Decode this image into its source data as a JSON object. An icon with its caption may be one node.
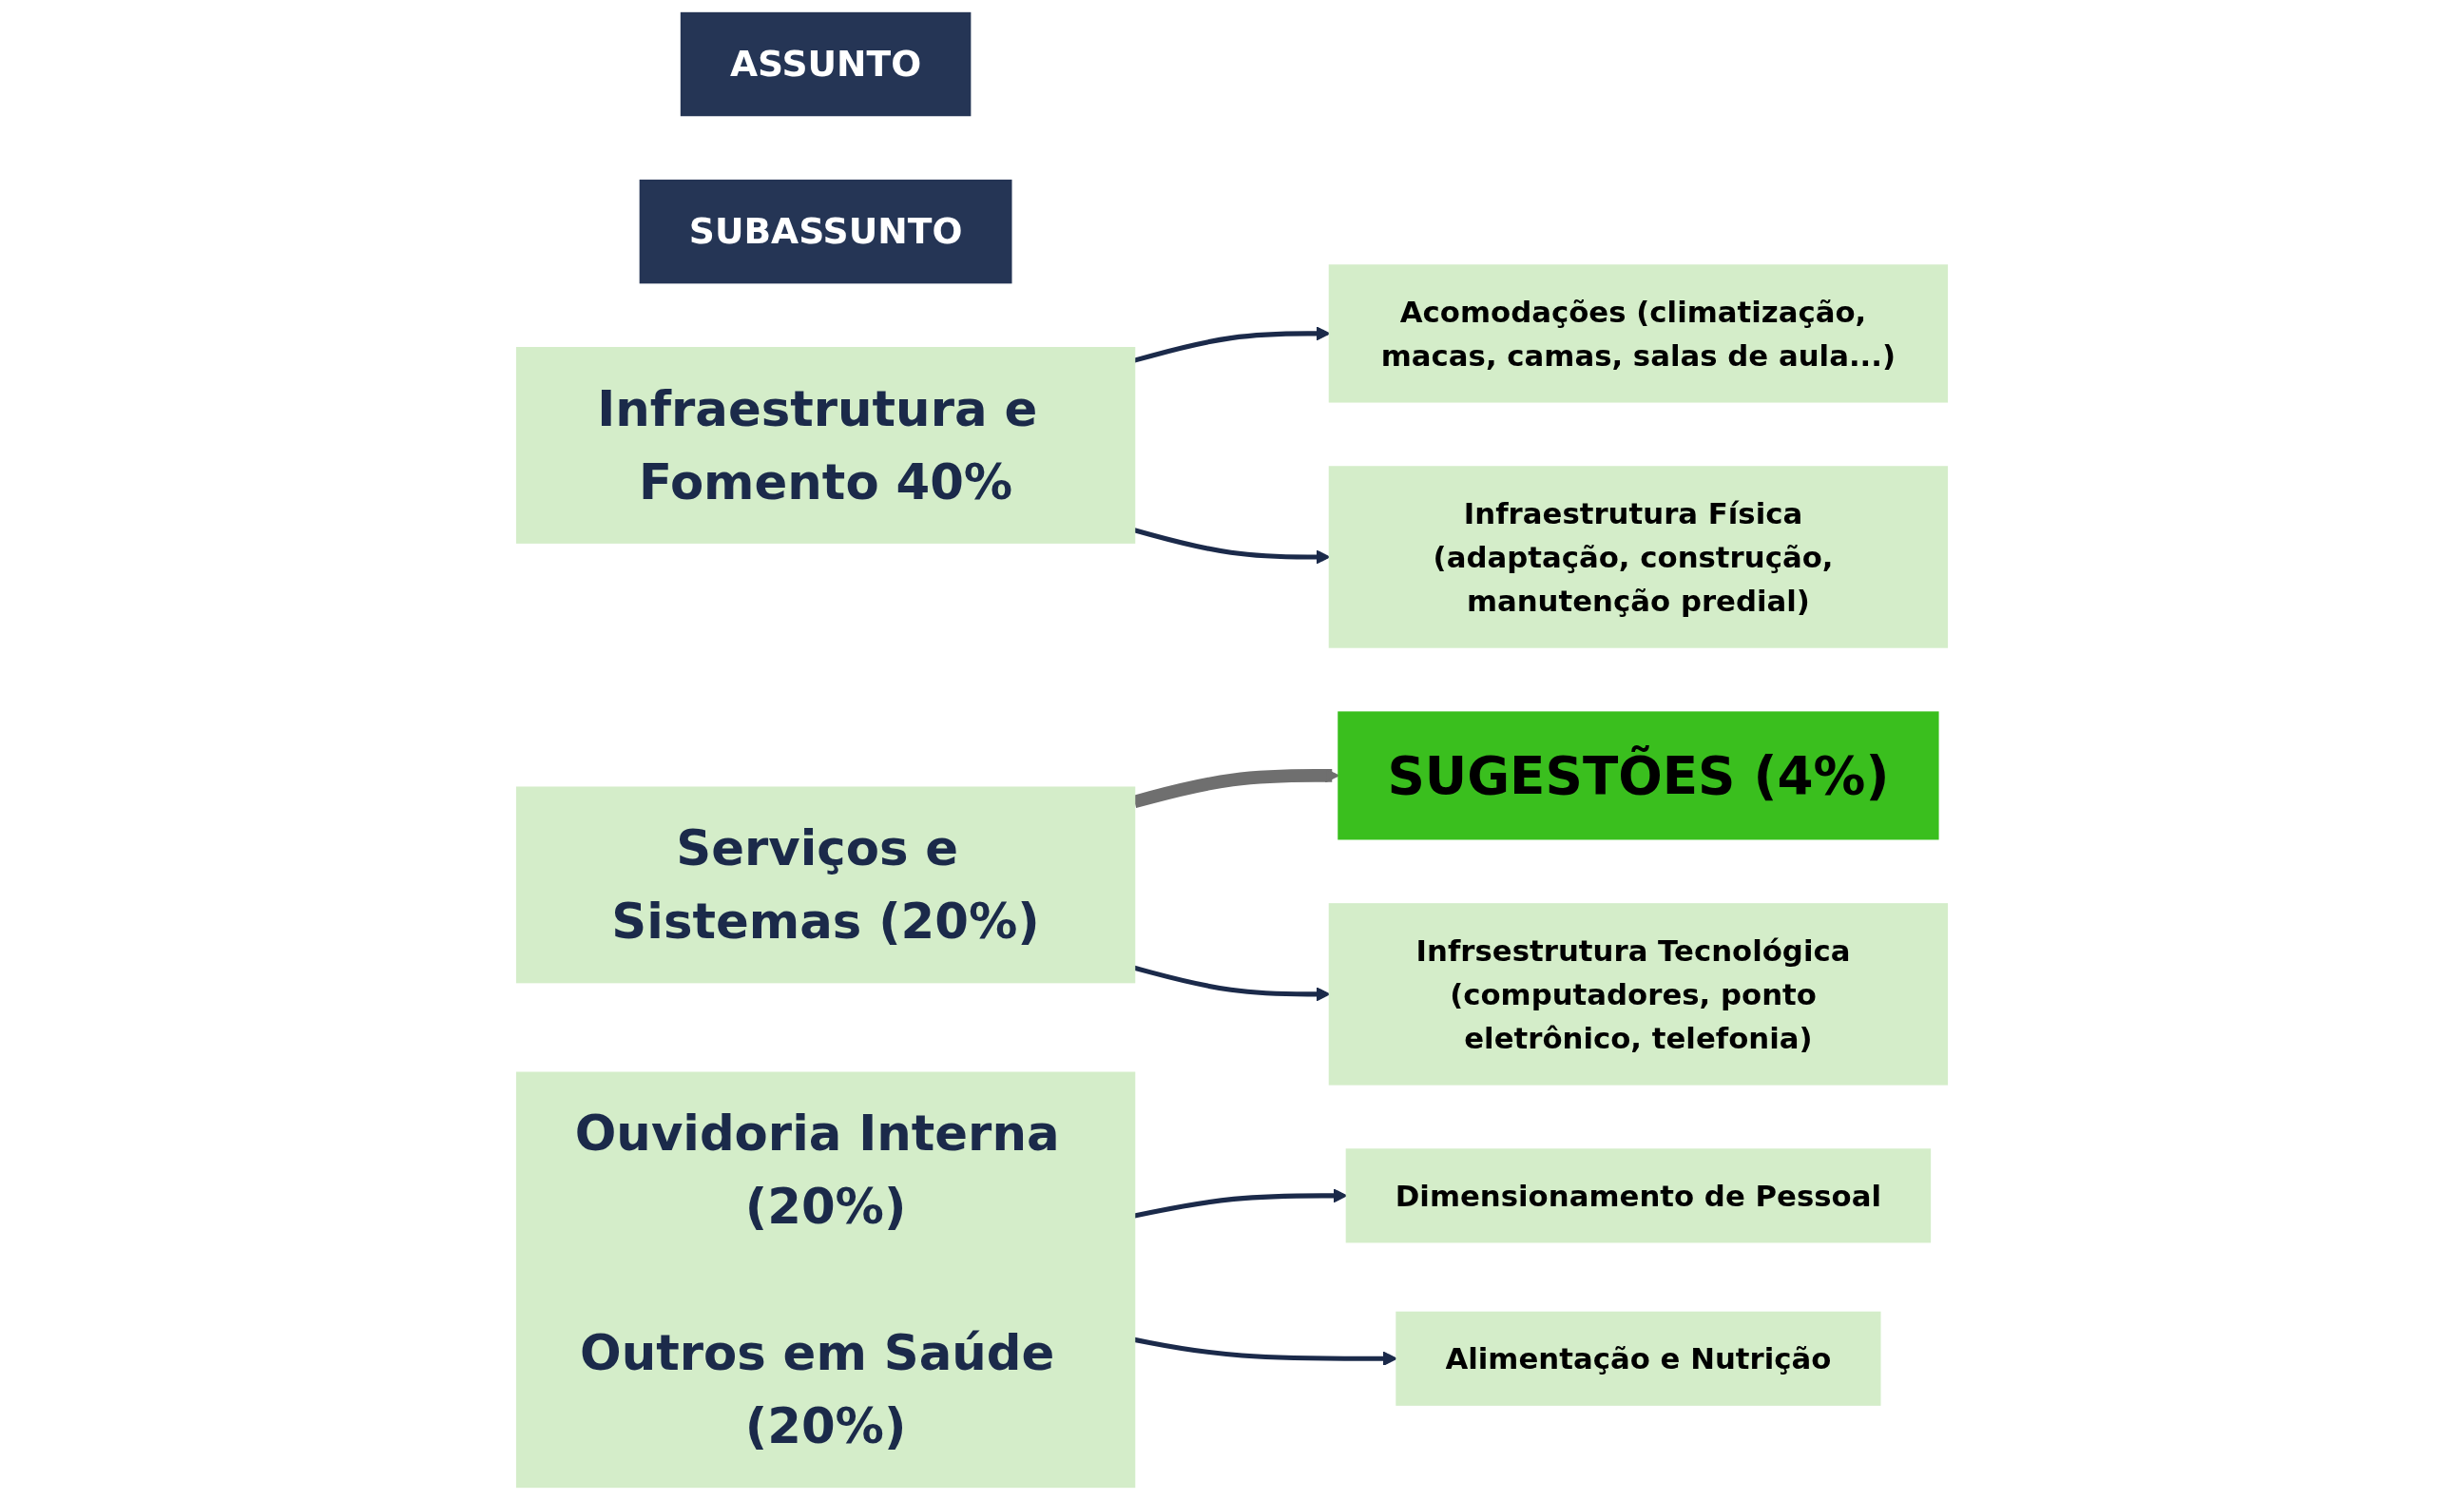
{
  "diagram": {
    "nodes": [
      {
        "text": [
          "ASSUNTO"
        ]
      },
      {
        "text": [
          "SUBASSUNTO"
        ]
      },
      {
        "text": [
          "Infraestrutura e Fomento 40%"
        ]
      },
      {
        "text": [
          "Acomodações (climatização, macas, camas, salas de aula...)"
        ]
      },
      {
        "text": [
          "Infraestrutura Física (adaptação, construção, manutenção predial)"
        ]
      },
      {
        "text": [
          "SUGESTÕES (4%)"
        ]
      },
      {
        "text": [
          "Serviços e Sistemas (20%)"
        ]
      },
      {
        "text": [
          "Infrsestrutura Tecnológica (computadores, ponto eletrônico, telefonia)"
        ]
      },
      {
        "text": [
          "Ouvidoria Interna (20%)",
          "Outros em Saúde (20%)"
        ]
      },
      {
        "text": [
          "Dimensionamento de Pessoal"
        ]
      },
      {
        "text": [
          "Alimentação e Nutrição"
        ]
      }
    ],
    "edges": [
      {
        "from": 2,
        "to": 3,
        "arrow": "to"
      },
      {
        "from": 2,
        "to": 4,
        "arrow": "to"
      },
      {
        "from": 6,
        "to": 5,
        "arrow": "to",
        "style": "thick",
        "color": "#6f6f6f"
      },
      {
        "from": 6,
        "to": 7,
        "arrow": "to"
      },
      {
        "from": 8,
        "to": 9,
        "arrow": "to"
      },
      {
        "from": 8,
        "to": 10,
        "arrow": "to"
      }
    ]
  }
}
